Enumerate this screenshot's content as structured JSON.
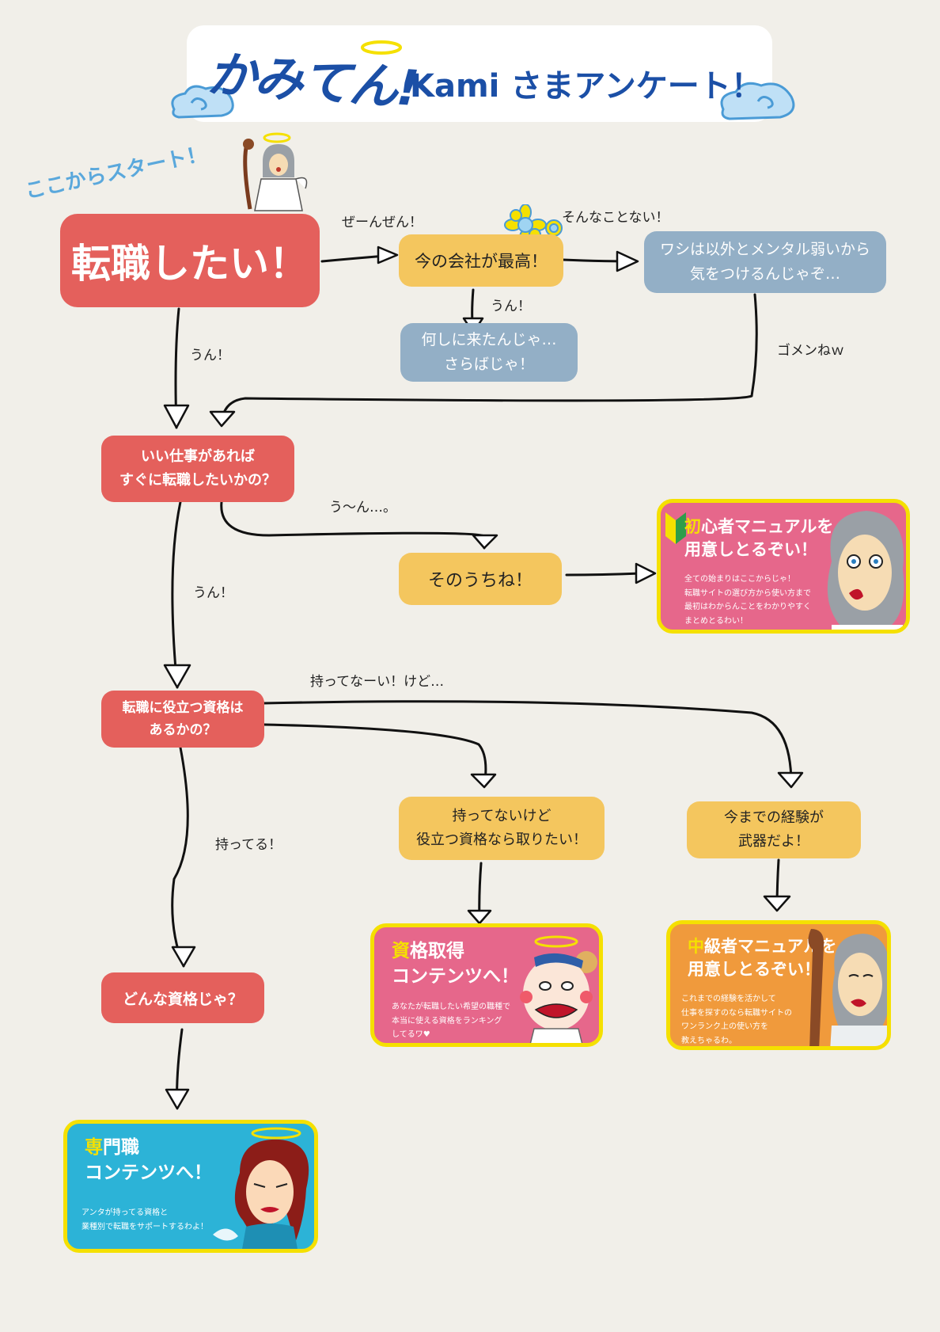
{
  "header": {
    "logo": "かみてん!",
    "subtitle": "Kami さまアンケート！"
  },
  "start_label": "ここからスタート！",
  "nodes": {
    "start": "転職したい！",
    "best_company": "今の会社が最高！",
    "why_came": "何しに来たんじゃ…\nさらばじゃ！",
    "warning": "ワシは以外とメンタル弱いから\n気をつけるんじゃぞ…",
    "q_good_job": "いい仕事があれば\nすぐに転職したいかの？",
    "someday": "そのうちね！",
    "q_license": "転職に役立つ資格は\nあるかの？",
    "want_license": "持ってないけど\n役立つ資格なら取りたい！",
    "experience": "今までの経験が\n武器だよ！",
    "which_license": "どんな資格じゃ？"
  },
  "edges": {
    "not_at_all": "ぜーんぜん！",
    "no_way": "そんなことない！",
    "yes_1": "うん！",
    "sorry": "ゴメンねｗ",
    "yes_start": "うん！",
    "hmm": "う〜ん…。",
    "yes_2": "うん！",
    "dont_have": "持ってなーい！けど…",
    "have": "持ってる！"
  },
  "promos": {
    "beginner": {
      "accent": "初",
      "title_rest": "心者マニュアルを",
      "title_line2": "用意しとるぞい！",
      "desc": "全ての始まりはここからじゃ！\n転職サイトの選び方から使い方まで\n最初はわからんことをわかりやすく\nまとめとるわい！"
    },
    "license": {
      "accent": "資",
      "title_rest": "格取得",
      "title_line2": "コンテンツへ！",
      "desc": "あなたが転職したい希望の職種で\n本当に使える資格をランキング\nしてるワ♥"
    },
    "intermediate": {
      "accent": "中",
      "title_rest": "級者マニュアルを",
      "title_line2": "用意しとるぞい！",
      "desc": "これまでの経験を活かして\n仕事を探すのなら転職サイトの\nワンランク上の使い方を\n教えちゃるわ。"
    },
    "specialist": {
      "accent": "専",
      "title_rest": "門職",
      "title_line2": "コンテンツへ！",
      "desc": "アンタが持ってる資格と\n業種別で転職をサポートするわよ！"
    }
  },
  "colors": {
    "question_red": "#e4605c",
    "answer_yellow": "#f4c65e",
    "dead_end_blue": "#93afc6",
    "promo_pink": "#e6678b",
    "promo_orange": "#f09a3c",
    "promo_cyan": "#2cb3d7",
    "promo_border": "#f5e000",
    "brand_blue": "#1b4fa6"
  }
}
